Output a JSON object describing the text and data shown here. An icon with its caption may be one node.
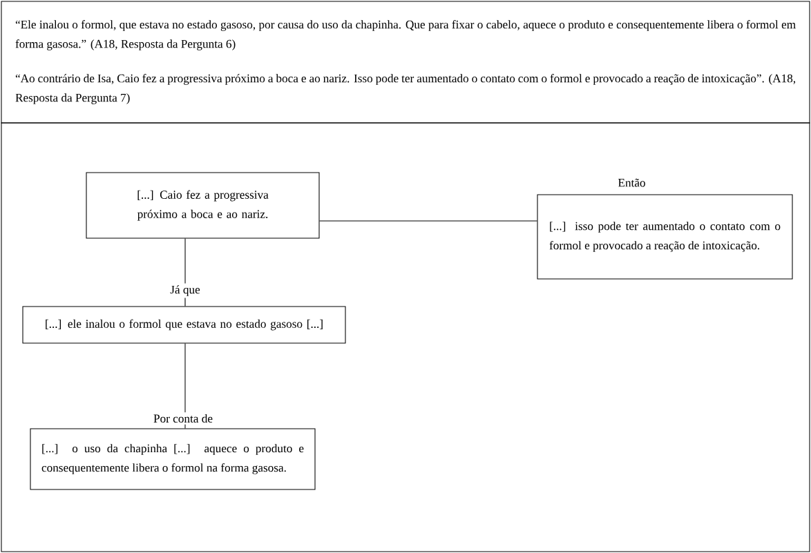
{
  "diagram": {
    "nodes": [
      {
        "text": [
          "“Ele inalou o formol, que estava no estado gasoso, por causa do uso da chapinha. Que para fixar o cabelo, aquece o produto e consequentemente libera o formol em forma gasosa.” (A18, Resposta da Pergunta 6)",
          "“Ao contrário de Isa, Caio fez a progressiva próximo a boca e ao nariz. Isso pode ter aumentado o contato com o formol e provocado a reação de intoxicação”. (A18, Resposta da Pergunta 7)"
        ]
      },
      {
        "text": [
          "[...] Caio fez a progressiva próximo a boca e ao nariz."
        ]
      },
      {
        "text": [
          "[...] isso pode ter aumentado o contato com o formol e provocado a reação de intoxicação."
        ],
        "beside": [
          "Então"
        ]
      },
      {
        "text": [
          "[...] ele inalou o formol que estava no estado gasoso [...]"
        ]
      },
      {
        "text": [
          "[...] o uso da chapinha [...] aquece o produto e consequentemente libera o formol na forma gasosa."
        ]
      }
    ],
    "edges": [
      {
        "from": 1,
        "to": 2,
        "arrow": "none"
      },
      {
        "from": 1,
        "to": 3,
        "arrow": "none",
        "label": "Já que"
      },
      {
        "from": 3,
        "to": 4,
        "arrow": "none",
        "label": "Por conta de"
      }
    ]
  }
}
